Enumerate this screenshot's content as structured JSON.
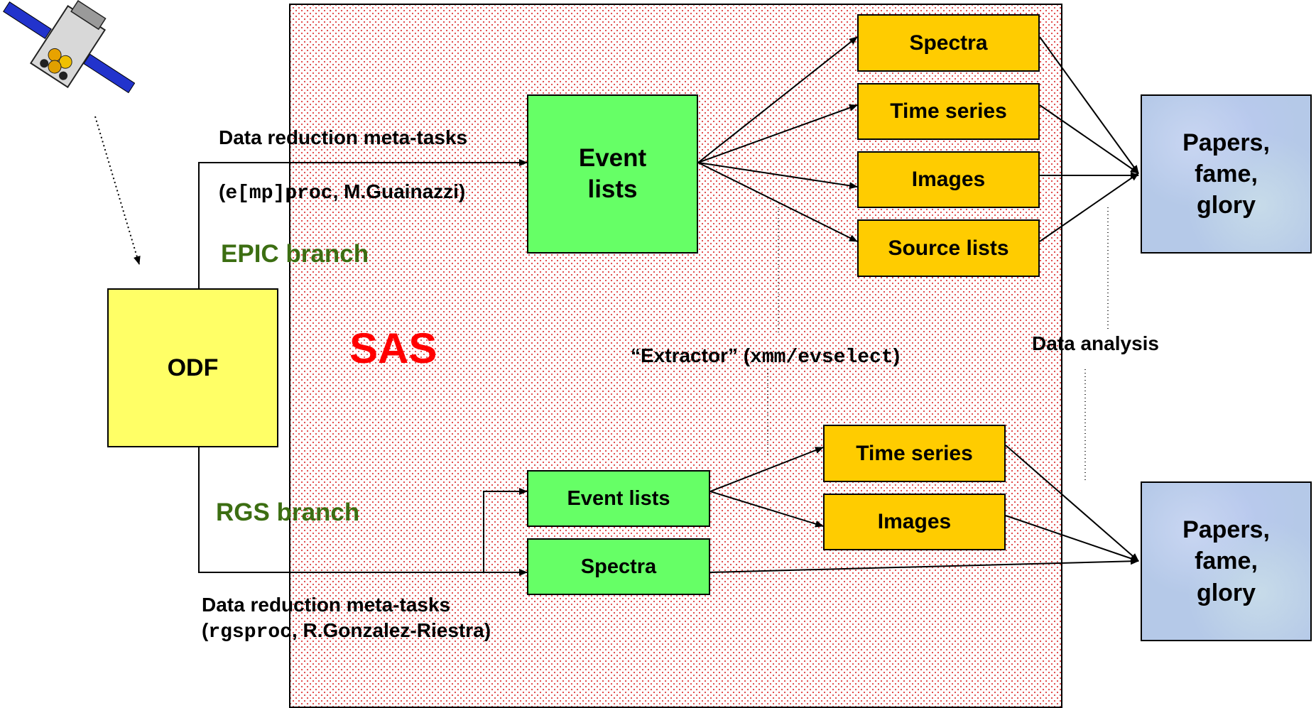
{
  "sas_label": "SAS",
  "odf_label": "ODF",
  "epic": {
    "branch_label": "EPIC branch",
    "meta_title": "Data reduction meta-tasks",
    "meta_paren_open": "(",
    "meta_task": "e[mp]proc",
    "meta_author": ", M.Guainazzi",
    "meta_paren_close": ")",
    "event_lists_line1": "Event",
    "event_lists_line2": "lists",
    "products": [
      "Spectra",
      "Time series",
      "Images",
      "Source lists"
    ]
  },
  "rgs": {
    "branch_label": "RGS branch",
    "meta_title": "Data reduction meta-tasks",
    "meta_paren_open": "(",
    "meta_task": "rgsproc",
    "meta_author": ", R.Gonzalez-Riestra",
    "meta_paren_close": ")",
    "event_lists": "Event lists",
    "spectra": "Spectra",
    "products": [
      "Time series",
      "Images"
    ]
  },
  "extractor": {
    "prefix": "“Extractor” (",
    "task": "xmm/evselect",
    "suffix": ")"
  },
  "data_analysis": "Data analysis",
  "output_top": [
    "Papers,",
    "fame,",
    "glory"
  ],
  "output_bottom": [
    "Papers,",
    "fame,",
    "glory"
  ],
  "colors": {
    "event_box": "#66ff66",
    "product_box": "#ffcc00",
    "odf_box": "#ffff66",
    "sas_dots": "#e04848",
    "branch_text": "#3c6e12",
    "sas_text": "#ff0000",
    "satellite_panel": "#2233cc"
  },
  "icons": [
    "satellite-icon"
  ]
}
